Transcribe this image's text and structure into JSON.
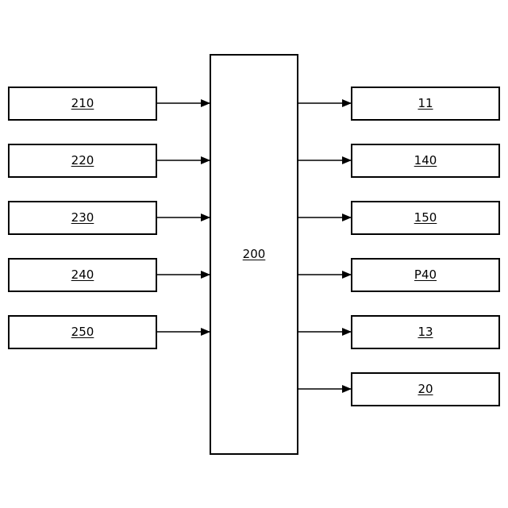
{
  "center_block": {
    "label": "200"
  },
  "input_blocks": [
    {
      "label": "210"
    },
    {
      "label": "220"
    },
    {
      "label": "230"
    },
    {
      "label": "240"
    },
    {
      "label": "250"
    }
  ],
  "output_blocks": [
    {
      "label": "11"
    },
    {
      "label": "140"
    },
    {
      "label": "150"
    },
    {
      "label": "P40"
    },
    {
      "label": "13"
    },
    {
      "label": "20"
    }
  ]
}
